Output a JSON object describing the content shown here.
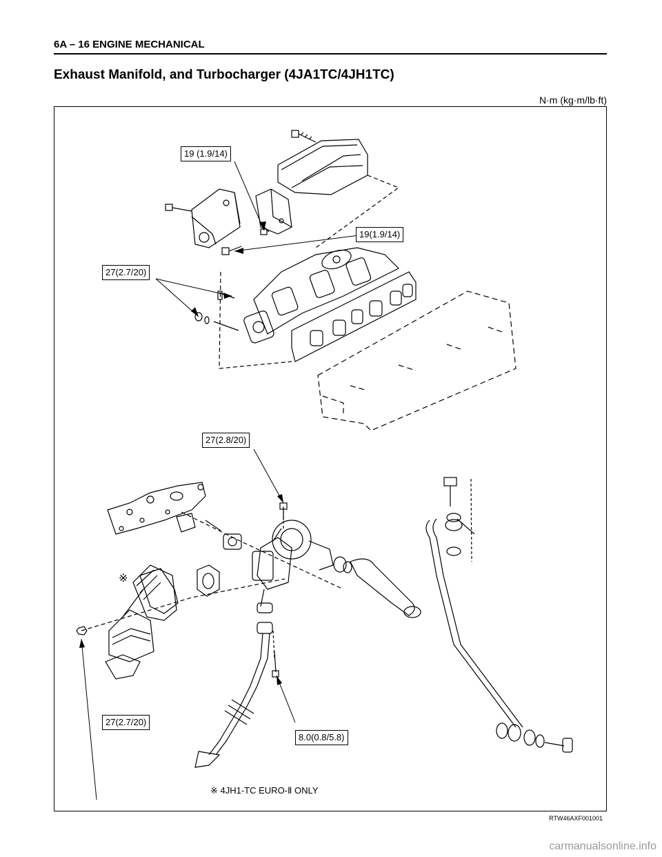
{
  "header": {
    "section": "6A – 16  ENGINE MECHANICAL"
  },
  "title": "Exhaust Manifold, and Turbocharger (4JA1TC/4JH1TC)",
  "units": "N·m (kg·m/lb·ft)",
  "labels": {
    "heat_shield_bolt": "19 (1.9/14)",
    "bracket_bolt": "19(1.9/14)",
    "manifold_nut_upper": "27(2.7/20)",
    "turbo_nut": "27(2.8/20)",
    "catalyst_nut": "27(2.7/20)",
    "oil_return_bolt": "8.0(0.8/5.8)"
  },
  "reference_mark": "※",
  "footnote": "※  4JH1-TC EURO-Ⅱ  ONLY",
  "figure_id": "RTW46AXF001001",
  "watermark": "carmanualsonline.info"
}
